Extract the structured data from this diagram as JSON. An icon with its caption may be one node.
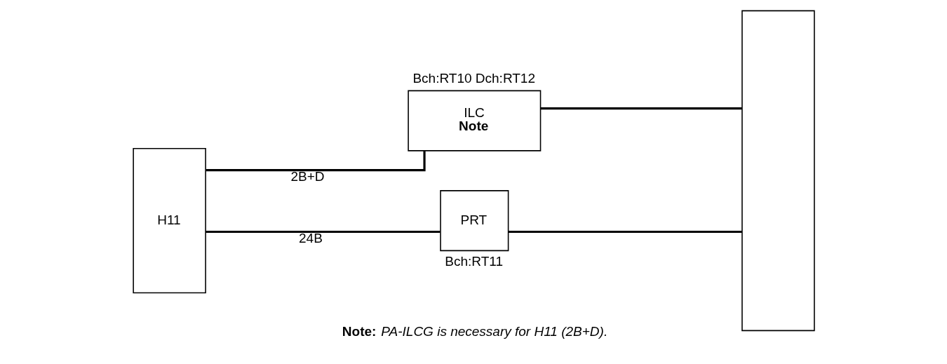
{
  "diagram": {
    "nodes": [
      {
        "text": [
          "H11"
        ]
      },
      {
        "text": [
          "ILC",
          "Note"
        ],
        "beside": [
          "Bch:RT10 Dch:RT12"
        ]
      },
      {
        "text": [
          "PRT"
        ],
        "beside": [
          "Bch:RT11"
        ]
      },
      {
        "text": [],
        "shape": "box"
      }
    ],
    "edges": [
      {
        "from": 0,
        "to": 1,
        "label": "2B+D",
        "arrow": "none"
      },
      {
        "from": 0,
        "to": 2,
        "label": "24B",
        "arrow": "none"
      },
      {
        "from": 1,
        "to": 3,
        "arrow": "none"
      },
      {
        "from": 2,
        "to": 3,
        "arrow": "none"
      }
    ],
    "labels": [
      "Note:",
      "PA-ILCG is necessary for H11 (2B+D)."
    ]
  }
}
